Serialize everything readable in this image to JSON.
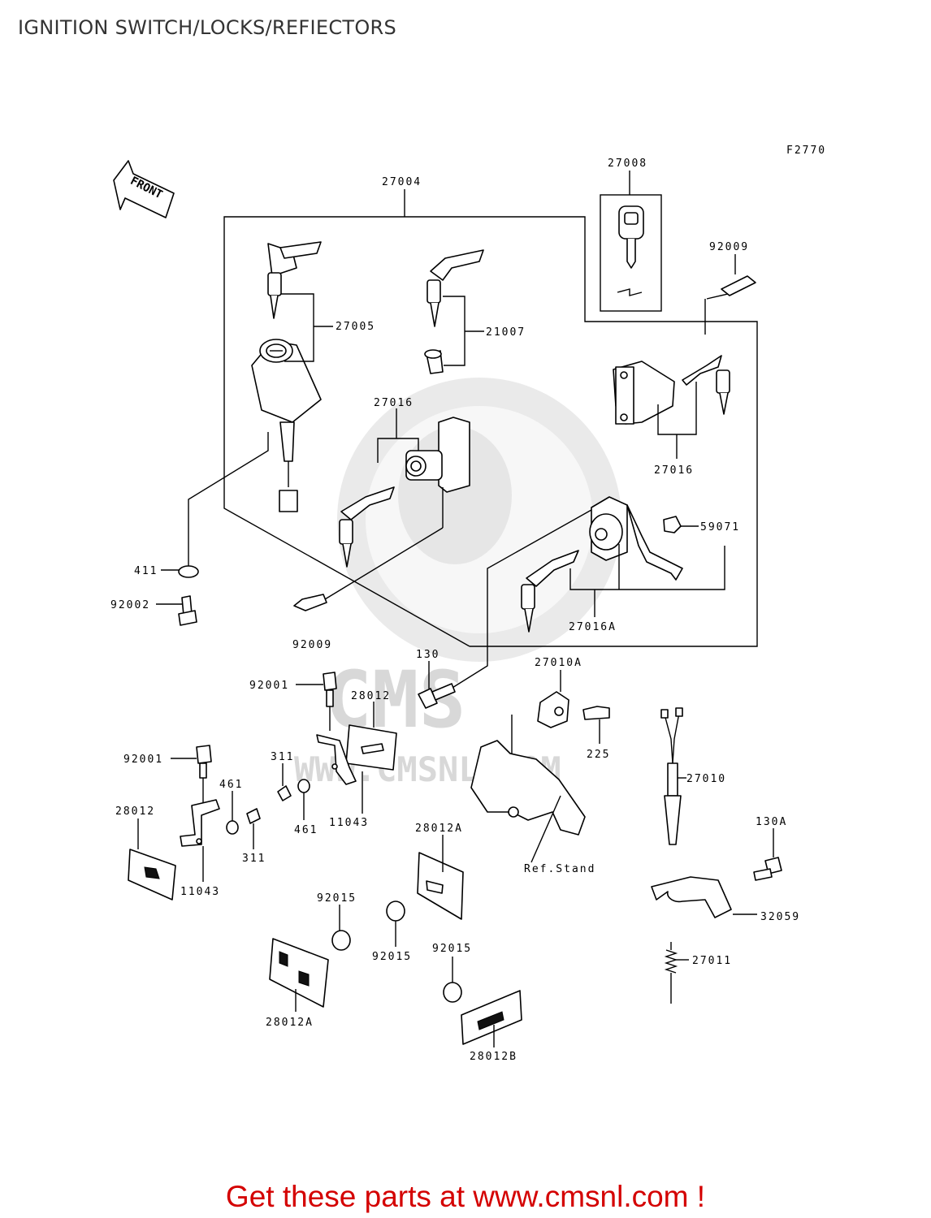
{
  "title": "IGNITION SWITCH/LOCKS/REFIECTORS",
  "figure_code": "F2770",
  "front_arrow_label": "FRONT",
  "watermark": {
    "brand": "CMS",
    "url": "WWW.CMSNL.COM"
  },
  "footer_text": "Get these parts at www.cmsnl.com !",
  "colors": {
    "footer": "#d40000",
    "title": "#333333",
    "lines": "#000000"
  },
  "labels": {
    "p27004": "27004",
    "p27008": "27008",
    "p92009_top": "92009",
    "p27005": "27005",
    "p21007": "21007",
    "p27016_mid": "27016",
    "p27016_right": "27016",
    "p59071": "59071",
    "p411": "411",
    "p92002": "92002",
    "p92009_mid": "92009",
    "p27016a": "27016A",
    "p130": "130",
    "p27010a": "27010A",
    "p92001_a": "92001",
    "p28012_a": "28012",
    "p225": "225",
    "p92001_b": "92001",
    "p311_a": "311",
    "p461_a": "461",
    "p461_b": "461",
    "p11043_a": "11043",
    "p27010": "27010",
    "p28012_b": "28012",
    "p311_b": "311",
    "p130a": "130A",
    "p11043_b": "11043",
    "p28012a_a": "28012A",
    "ref_stand": "Ref.Stand",
    "p92015_a": "92015",
    "p92015_b": "92015",
    "p32059": "32059",
    "p92015_c": "92015",
    "p27011": "27011",
    "p28012a_b": "28012A",
    "p28012b": "28012B"
  }
}
